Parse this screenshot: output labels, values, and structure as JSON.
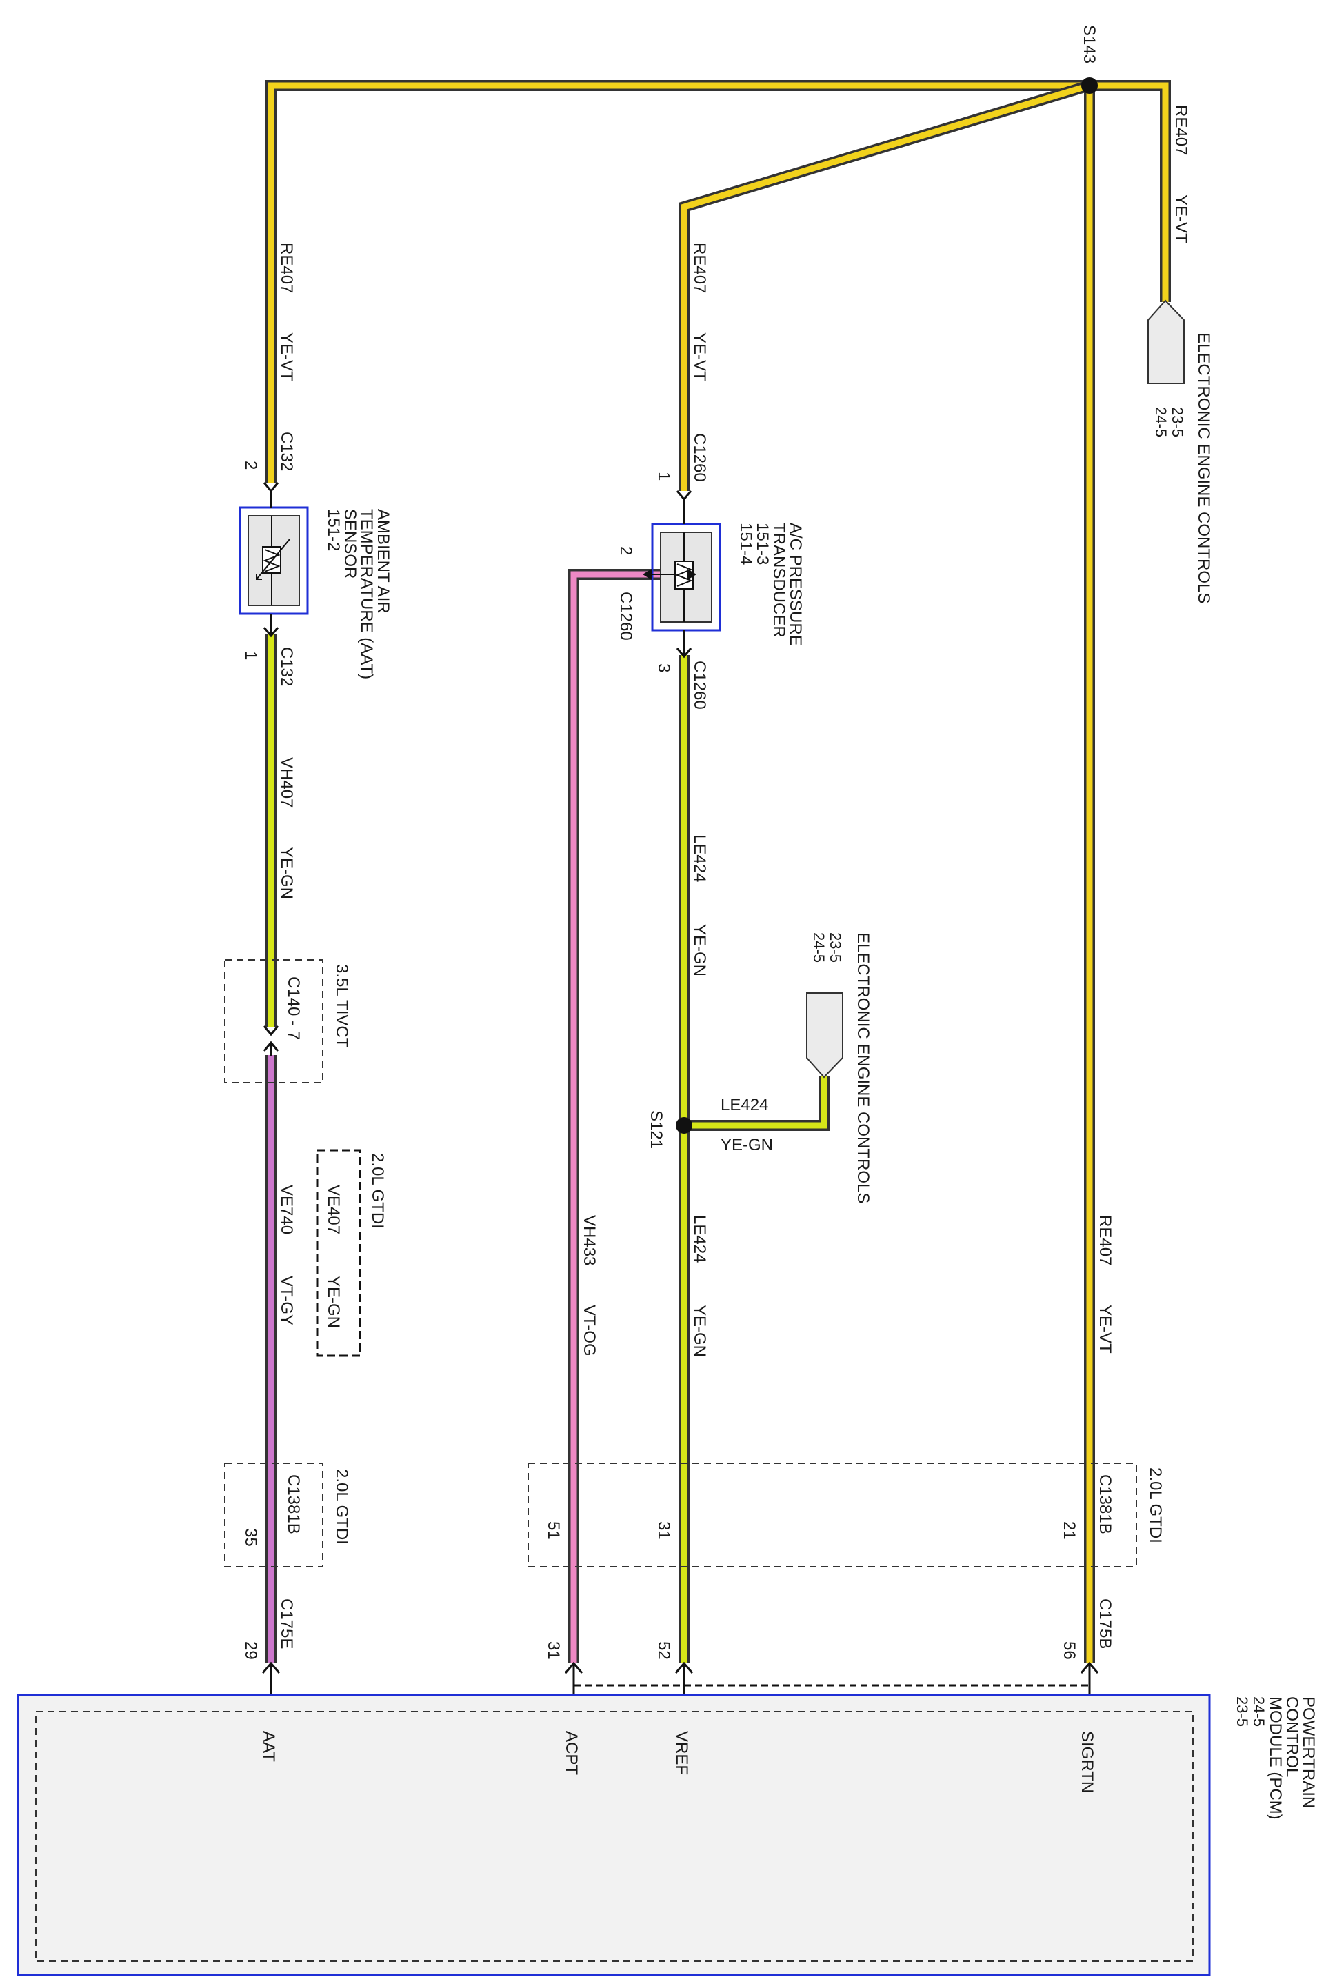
{
  "colors": {
    "ye_vt": "#f2d21c",
    "ye_gn": "#d6e618",
    "vt_gy": "#cc77cc",
    "vt_og": "#ee88c4",
    "wire_edge": "#333333",
    "module_blue": "#1f2fd6",
    "module_fill": "#f2f2f2"
  },
  "splices": {
    "s143": "S143",
    "s121": "S121"
  },
  "wires": {
    "re407": "RE407",
    "ye_vt": "YE-VT",
    "vh407": "VH407",
    "ye_gn": "YE-GN",
    "ve740": "VE740",
    "vt_gy": "VT-GY",
    "ve407": "VE407",
    "le424": "LE424",
    "vh433": "VH433",
    "vt_og": "VT-OG"
  },
  "connectors": {
    "c132": "C132",
    "c1260": "C1260",
    "c140": "C140 - 7",
    "c1381b": "C1381B",
    "c175e": "C175E",
    "c175b": "C175B"
  },
  "pins": {
    "c132_top": "2",
    "c132_bottom": "1",
    "c1260_top": "1",
    "c1260_side": "2",
    "c1260_bottom": "3",
    "c1381b_35": "35",
    "c1381b_51": "51",
    "c1381b_31": "31",
    "c1381b_21": "21",
    "pcm_29": "29",
    "pcm_31": "31",
    "pcm_52": "52",
    "pcm_56": "56"
  },
  "variants": {
    "tivct": "3.5L TIVCT",
    "gtdi": "2.0L GTDI"
  },
  "components": {
    "aat_sensor": [
      "AMBIENT AIR",
      "TEMPERATURE (AAT)",
      "SENSOR",
      "151-2"
    ],
    "ac_transducer": [
      "A/C PRESSURE",
      "TRANSDUCER",
      "151-3",
      "151-4"
    ],
    "pcm": [
      "POWERTRAIN",
      "CONTROL",
      "MODULE (PCM)",
      "24-5",
      "23-5"
    ]
  },
  "references": {
    "eec_title": "ELECTRONIC ENGINE CONTROLS",
    "ref_a": "23-5",
    "ref_b": "24-5"
  },
  "pcm_pins": {
    "aat": "AAT",
    "acpt": "ACPT",
    "vref": "VREF",
    "sigrtn": "SIGRTN"
  }
}
